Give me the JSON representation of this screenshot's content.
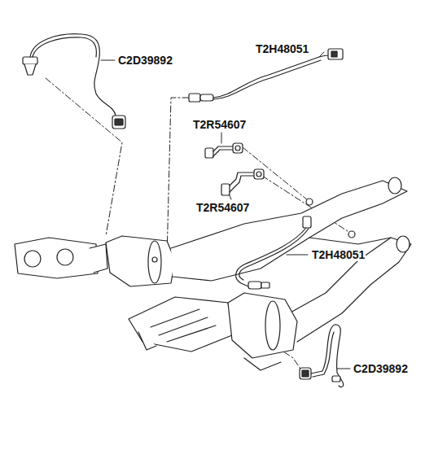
{
  "diagram": {
    "labels": [
      "T2H48051",
      "C2D39892",
      "T2R54607",
      "T2R54607",
      "T2H48051",
      "C2D39892"
    ]
  }
}
